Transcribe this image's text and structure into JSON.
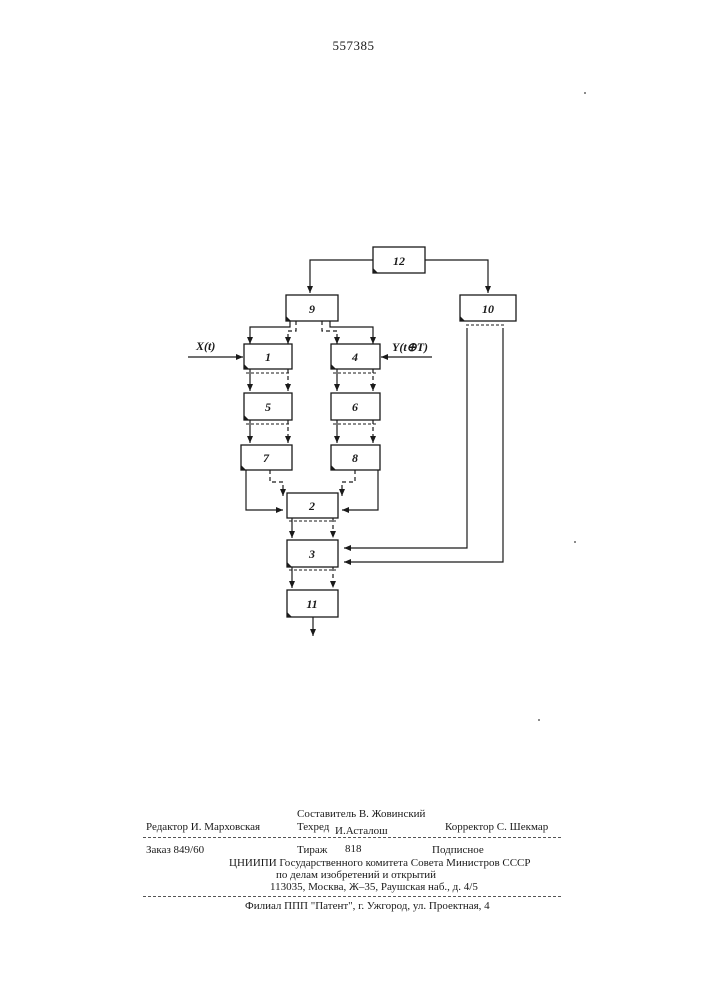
{
  "patent_number": "557385",
  "diagram": {
    "blocks": [
      {
        "id": "b12",
        "label": "12"
      },
      {
        "id": "b9",
        "label": "9"
      },
      {
        "id": "b10",
        "label": "10"
      },
      {
        "id": "b1",
        "label": "1"
      },
      {
        "id": "b4",
        "label": "4"
      },
      {
        "id": "b5",
        "label": "5"
      },
      {
        "id": "b6",
        "label": "6"
      },
      {
        "id": "b7",
        "label": "7"
      },
      {
        "id": "b8",
        "label": "8"
      },
      {
        "id": "b2",
        "label": "2"
      },
      {
        "id": "b3",
        "label": "3"
      },
      {
        "id": "b11",
        "label": "11"
      }
    ],
    "input_x": "X(t)",
    "input_y": "Y(t⊕T)"
  },
  "colophon": {
    "compiler": "Составитель В. Жовинский",
    "editor": "Редактор И. Марховская",
    "techred": "Техред",
    "techred_name": "И.Асталош",
    "corrector": "Корректор С. Шекмар",
    "order": "Заказ 849/60",
    "circulation": "Тираж",
    "circulation_num": "818",
    "subscription": "Подписное",
    "org_line1": "ЦНИИПИ Государственного комитета Совета Министров СССР",
    "org_line2": "по делам изобретений и открытий",
    "org_address": "113035, Москва, Ж–35, Раушская наб., д. 4/5",
    "branch": "Филиал ППП \"Патент\", г. Ужгород, ул. Проектная, 4"
  }
}
